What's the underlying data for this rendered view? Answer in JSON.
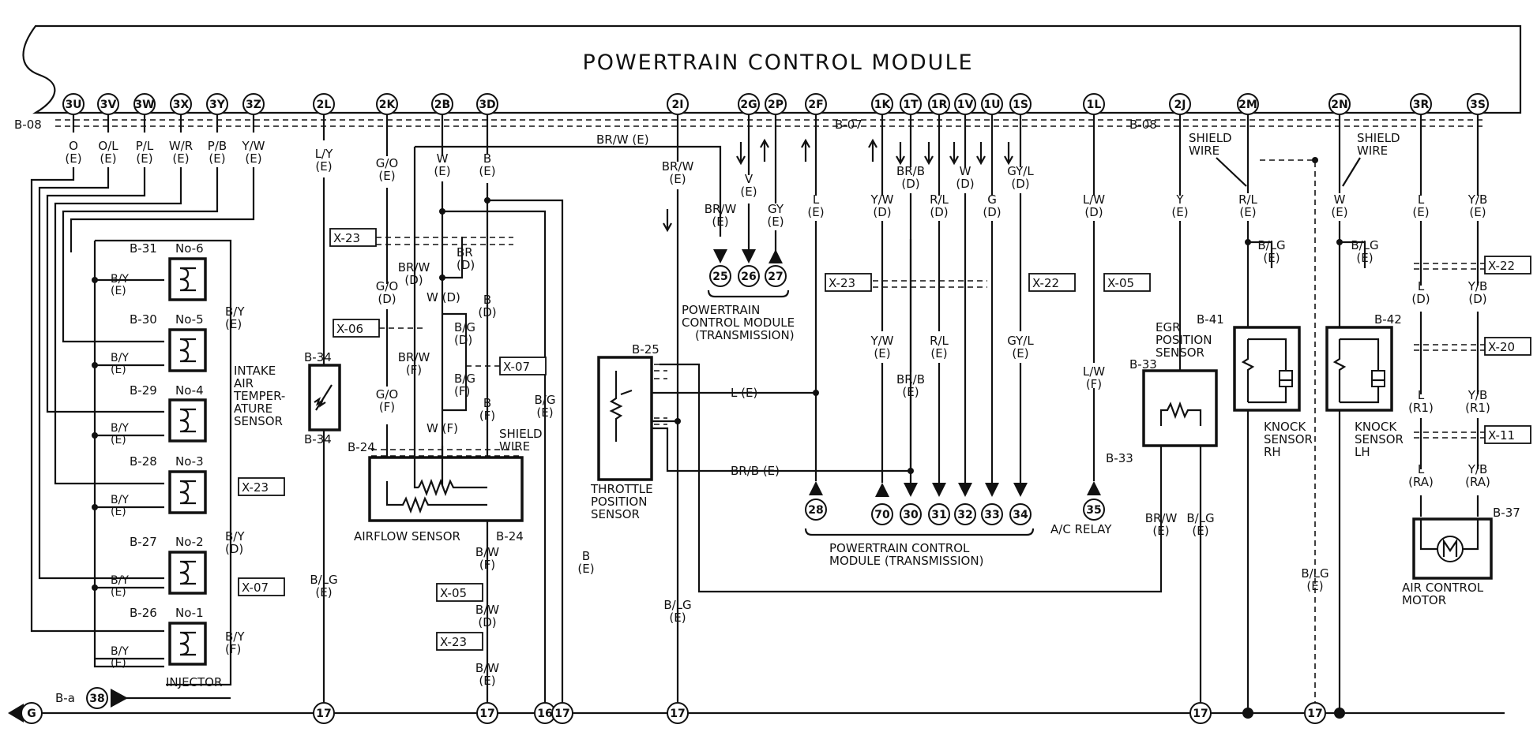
{
  "module_title": "POWERTRAIN CONTROL MODULE",
  "connectors": {
    "b08_left": "B-08",
    "b07": "B-07",
    "b08_right": "B-08",
    "b34_top": "B-34",
    "b34_bottom": "B-34",
    "b24_top": "B-24",
    "b24_bottom": "B-24",
    "b25": "B-25",
    "b33_top": "B-33",
    "b33_bottom": "B-33",
    "b41": "B-41",
    "b42": "B-42",
    "b37": "B-37",
    "ground": "B-a"
  },
  "pins": {
    "p3U": "3U",
    "p3V": "3V",
    "p3W": "3W",
    "p3X": "3X",
    "p3Y": "3Y",
    "p3Z": "3Z",
    "p2L": "2L",
    "p2K": "2K",
    "p2B": "2B",
    "p3D": "3D",
    "p2I": "2I",
    "p2G": "2G",
    "p2P": "2P",
    "p2F": "2F",
    "p1K": "1K",
    "p1T": "1T",
    "p1R": "1R",
    "p1V": "1V",
    "p1U": "1U",
    "p1S": "1S",
    "p1L": "1L",
    "p2J": "2J",
    "p2M": "2M",
    "p2N": "2N",
    "p3R": "3R",
    "p3S": "3S"
  },
  "wires": {
    "o_e": [
      "O",
      "(E)"
    ],
    "ol_e": [
      "O/L",
      "(E)"
    ],
    "pl_e": [
      "P/L",
      "(E)"
    ],
    "wr_e": [
      "W/R",
      "(E)"
    ],
    "pb_e": [
      "P/B",
      "(E)"
    ],
    "yw_e": [
      "Y/W",
      "(E)"
    ],
    "ly_e": [
      "L/Y",
      "(E)"
    ],
    "go_e": [
      "G/O",
      "(E)"
    ],
    "go_d": [
      "G/O",
      "(D)"
    ],
    "go_f": [
      "G/O",
      "(F)"
    ],
    "w_e": [
      "W",
      "(E)"
    ],
    "w_d": "W (D)",
    "w_f": "W (F)",
    "b_e": [
      "B",
      "(E)"
    ],
    "b_d": [
      "B",
      "(D)"
    ],
    "b_f": [
      "B",
      "(F)"
    ],
    "br_d": [
      "BR",
      "(D)"
    ],
    "brw_d": [
      "BR/W",
      "(D)"
    ],
    "brw_f": [
      "BR/W",
      "(F)"
    ],
    "bg_d": [
      "B/G",
      "(D)"
    ],
    "bg_f": [
      "B/G",
      "(F)"
    ],
    "bg_e": [
      "B/G",
      "(E)"
    ],
    "brw_top": "BR/W (E)",
    "brw_2i": [
      "BR/W",
      "(E)"
    ],
    "brw_25": [
      "BR/W",
      "(E)"
    ],
    "v_e": [
      "V",
      "(E)"
    ],
    "gy_e": [
      "GY",
      "(E)"
    ],
    "l_2f": [
      "L",
      "(E)"
    ],
    "yw_d": [
      "Y/W",
      "(D)"
    ],
    "brb_d": [
      "BR/B",
      "(D)"
    ],
    "rl_d": [
      "R/L",
      "(D)"
    ],
    "w_1v": [
      "W",
      "(D)"
    ],
    "g_d": [
      "G",
      "(D)"
    ],
    "gyl_d": [
      "GY/L",
      "(D)"
    ],
    "yw_e2": [
      "Y/W",
      "(E)"
    ],
    "rl_e": [
      "R/L",
      "(E)"
    ],
    "gyl_e": [
      "GY/L",
      "(E)"
    ],
    "brb_e": [
      "BR/B",
      "(E)"
    ],
    "lw_d": [
      "L/W",
      "(D)"
    ],
    "lw_f": [
      "L/W",
      "(F)"
    ],
    "y_e": [
      "Y",
      "(E)"
    ],
    "rl_2m": [
      "R/L",
      "(E)"
    ],
    "w_2n": [
      "W",
      "(E)"
    ],
    "blg_41": [
      "B/LG",
      "(E)"
    ],
    "blg_42": [
      "B/LG",
      "(E)"
    ],
    "l_e": [
      "L",
      "(E)"
    ],
    "l_d": [
      "L",
      "(D)"
    ],
    "l_r1": [
      "L",
      "(R1)"
    ],
    "l_ra": [
      "L",
      "(RA)"
    ],
    "yb_e": [
      "Y/B",
      "(E)"
    ],
    "yb_d": [
      "Y/B",
      "(D)"
    ],
    "yb_r1": [
      "Y/B",
      "(R1)"
    ],
    "yb_ra": [
      "Y/B",
      "(RA)"
    ],
    "by_e": [
      "B/Y",
      "(E)"
    ],
    "by_d": [
      "B/Y",
      "(D)"
    ],
    "by_f": [
      "B/Y",
      "(F)"
    ],
    "blg_e": [
      "B/LG",
      "(E)"
    ],
    "blg_33": [
      "B/LG",
      "(E)"
    ],
    "brw_33": [
      "BR/W",
      "(E)"
    ],
    "bw_f": [
      "B/W",
      "(F)"
    ],
    "bw_d": [
      "B/W",
      "(D)"
    ],
    "bw_e": [
      "B/W",
      "(E)"
    ],
    "blg_2i": [
      "B/LG",
      "(E)"
    ],
    "blg_2n": [
      "B/LG",
      "(E)"
    ],
    "b_gnd": [
      "B",
      "(E)"
    ],
    "l_tps": "L (E)",
    "brb_tps": "BR/B (E)",
    "by_inj": [
      "B/Y",
      "(E)"
    ]
  },
  "joints": {
    "x23": "X-23",
    "x06": "X-06",
    "x07": "X-07",
    "x05": "X-05",
    "x22": "X-22",
    "x20": "X-20",
    "x11": "X-11"
  },
  "injectors": [
    {
      "conn": "B-31",
      "no": "No-6"
    },
    {
      "conn": "B-30",
      "no": "No-5"
    },
    {
      "conn": "B-29",
      "no": "No-4"
    },
    {
      "conn": "B-28",
      "no": "No-3"
    },
    {
      "conn": "B-27",
      "no": "No-2"
    },
    {
      "conn": "B-26",
      "no": "No-1"
    }
  ],
  "components": {
    "injector": "INJECTOR",
    "iat": [
      "INTAKE",
      "AIR",
      "TEMPER-",
      "ATURE",
      "SENSOR"
    ],
    "airflow": "AIRFLOW SENSOR",
    "tps": [
      "THROTTLE",
      "POSITION",
      "SENSOR"
    ],
    "pcm_trans_top": [
      "POWERTRAIN",
      "CONTROL MODULE",
      "(TRANSMISSION)"
    ],
    "pcm_trans_bottom": [
      "POWERTRAIN CONTROL",
      "MODULE (TRANSMISSION)"
    ],
    "ac_relay": "A/C RELAY",
    "egr": [
      "EGR",
      "POSITION",
      "SENSOR"
    ],
    "knock_rh": [
      "KNOCK",
      "SENSOR",
      "RH"
    ],
    "knock_lh": [
      "KNOCK",
      "SENSOR",
      "LH"
    ],
    "shield_wire": [
      "SHIELD",
      "WIRE"
    ],
    "air_control": [
      "AIR CONTROL",
      "MOTOR"
    ]
  },
  "refs": {
    "r25": "25",
    "r26": "26",
    "r27": "27",
    "r28": "28",
    "r70": "70",
    "r30": "30",
    "r31": "31",
    "r32": "32",
    "r33": "33",
    "r34": "34",
    "r35": "35",
    "r38": "38",
    "r16": "16",
    "r17": "17",
    "gnd": "G"
  }
}
